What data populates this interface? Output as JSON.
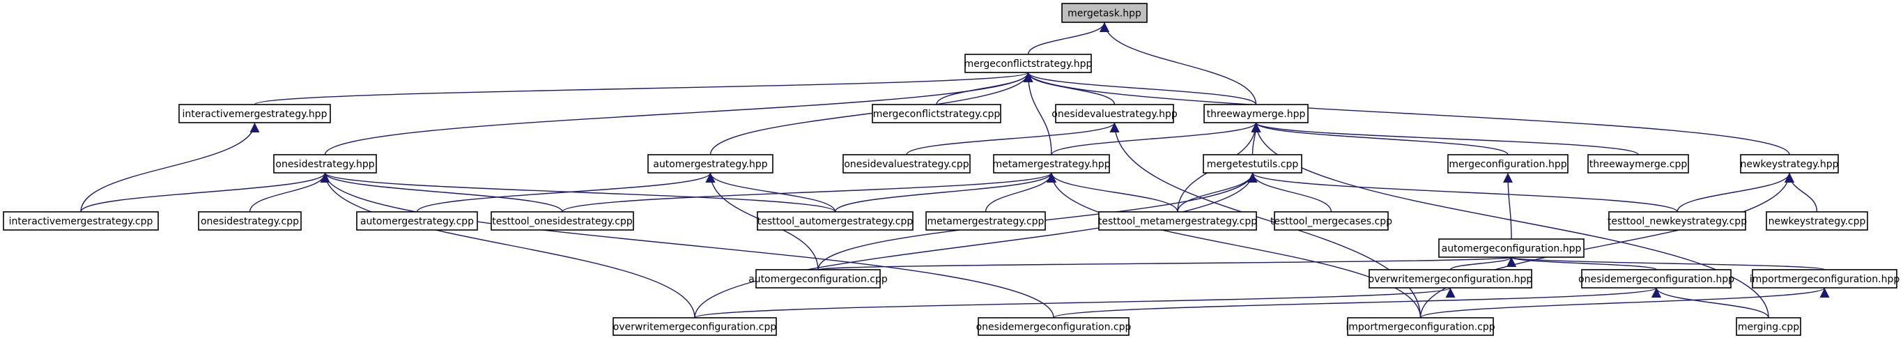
{
  "graph": {
    "colors": {
      "edge": "#191970",
      "node_fill": "#ffffff",
      "root_fill": "#bfbfbf",
      "border": "#000000"
    },
    "nodes": {
      "mergetask_hpp": "mergetask.hpp",
      "mergeconflictstrategy_hpp": "mergeconflictstrategy.hpp",
      "interactivemergestrategy_hpp": "interactivemergestrategy.hpp",
      "mergeconflictstrategy_cpp": "mergeconflictstrategy.cpp",
      "onesidevaluestrategy_hpp": "onesidevaluestrategy.hpp",
      "threewaymerge_hpp": "threewaymerge.hpp",
      "onesidestrategy_hpp": "onesidestrategy.hpp",
      "automergestrategy_hpp": "automergestrategy.hpp",
      "onesidevaluestrategy_cpp": "onesidevaluestrategy.cpp",
      "metamergestrategy_hpp": "metamergestrategy.hpp",
      "mergetestutils_cpp": "mergetestutils.cpp",
      "mergeconfiguration_hpp": "mergeconfiguration.hpp",
      "threewaymerge_cpp": "threewaymerge.cpp",
      "newkeystrategy_hpp": "newkeystrategy.hpp",
      "interactivemergestrategy_cpp": "interactivemergestrategy.cpp",
      "onesidestrategy_cpp": "onesidestrategy.cpp",
      "automergestrategy_cpp": "automergestrategy.cpp",
      "testtool_onesidestrategy_cpp": "testtool_onesidestrategy.cpp",
      "testtool_automergestrategy_cpp": "testtool_automergestrategy.cpp",
      "metamergestrategy_cpp": "metamergestrategy.cpp",
      "testtool_metamergestrategy_cpp": "testtool_metamergestrategy.cpp",
      "testtool_mergecases_cpp": "testtool_mergecases.cpp",
      "testtool_newkeystrategy_cpp": "testtool_newkeystrategy.cpp",
      "newkeystrategy_cpp": "newkeystrategy.cpp",
      "automergeconfiguration_hpp": "automergeconfiguration.hpp",
      "automergeconfiguration_cpp": "automergeconfiguration.cpp",
      "overwritemergeconfiguration_hpp": "overwritemergeconfiguration.hpp",
      "onesidemergeconfiguration_hpp": "onesidemergeconfiguration.hpp",
      "importmergeconfiguration_hpp": "importmergeconfiguration.hpp",
      "overwritemergeconfiguration_cpp": "overwritemergeconfiguration.cpp",
      "onesidemergeconfiguration_cpp": "onesidemergeconfiguration.cpp",
      "importmergeconfiguration_cpp": "importmergeconfiguration.cpp",
      "merging_cpp": "merging.cpp"
    },
    "edges": [
      [
        "mergeconflictstrategy_hpp",
        "mergetask_hpp"
      ],
      [
        "threewaymerge_hpp",
        "mergetask_hpp"
      ],
      [
        "interactivemergestrategy_hpp",
        "mergeconflictstrategy_hpp"
      ],
      [
        "mergeconflictstrategy_cpp",
        "mergeconflictstrategy_hpp"
      ],
      [
        "onesidevaluestrategy_hpp",
        "mergeconflictstrategy_hpp"
      ],
      [
        "threewaymerge_hpp",
        "mergeconflictstrategy_hpp"
      ],
      [
        "onesidestrategy_hpp",
        "mergeconflictstrategy_hpp"
      ],
      [
        "automergestrategy_hpp",
        "mergeconflictstrategy_hpp"
      ],
      [
        "metamergestrategy_hpp",
        "mergeconflictstrategy_hpp"
      ],
      [
        "newkeystrategy_hpp",
        "mergeconflictstrategy_hpp"
      ],
      [
        "interactivemergestrategy_cpp",
        "interactivemergestrategy_hpp"
      ],
      [
        "onesidevaluestrategy_cpp",
        "onesidevaluestrategy_hpp"
      ],
      [
        "importmergeconfiguration_cpp",
        "onesidevaluestrategy_hpp"
      ],
      [
        "metamergestrategy_hpp",
        "threewaymerge_hpp"
      ],
      [
        "mergetestutils_cpp",
        "threewaymerge_hpp"
      ],
      [
        "testtool_metamergestrategy_cpp",
        "threewaymerge_hpp"
      ],
      [
        "mergeconfiguration_hpp",
        "threewaymerge_hpp"
      ],
      [
        "threewaymerge_cpp",
        "threewaymerge_hpp"
      ],
      [
        "merging_cpp",
        "threewaymerge_hpp"
      ],
      [
        "interactivemergestrategy_cpp",
        "onesidestrategy_hpp"
      ],
      [
        "onesidestrategy_cpp",
        "onesidestrategy_hpp"
      ],
      [
        "testtool_onesidestrategy_cpp",
        "onesidestrategy_hpp"
      ],
      [
        "testtool_automergestrategy_cpp",
        "onesidestrategy_hpp"
      ],
      [
        "overwritemergeconfiguration_cpp",
        "onesidestrategy_hpp"
      ],
      [
        "onesidemergeconfiguration_cpp",
        "onesidestrategy_hpp"
      ],
      [
        "automergestrategy_cpp",
        "automergestrategy_hpp"
      ],
      [
        "testtool_automergestrategy_cpp",
        "automergestrategy_hpp"
      ],
      [
        "automergeconfiguration_cpp",
        "automergestrategy_hpp"
      ],
      [
        "testtool_onesidestrategy_cpp",
        "metamergestrategy_hpp"
      ],
      [
        "testtool_automergestrategy_cpp",
        "metamergestrategy_hpp"
      ],
      [
        "metamergestrategy_cpp",
        "metamergestrategy_hpp"
      ],
      [
        "testtool_metamergestrategy_cpp",
        "metamergestrategy_hpp"
      ],
      [
        "importmergeconfiguration_cpp",
        "metamergestrategy_hpp"
      ],
      [
        "testtool_metamergestrategy_cpp",
        "mergetestutils_cpp"
      ],
      [
        "testtool_mergecases_cpp",
        "mergetestutils_cpp"
      ],
      [
        "testtool_newkeystrategy_cpp",
        "mergetestutils_cpp"
      ],
      [
        "automergeconfiguration_cpp",
        "mergetestutils_cpp"
      ],
      [
        "overwritemergeconfiguration_cpp",
        "mergetestutils_cpp"
      ],
      [
        "automergeconfiguration_hpp",
        "mergeconfiguration_hpp"
      ],
      [
        "testtool_newkeystrategy_cpp",
        "newkeystrategy_hpp"
      ],
      [
        "newkeystrategy_cpp",
        "newkeystrategy_hpp"
      ],
      [
        "importmergeconfiguration_cpp",
        "newkeystrategy_hpp"
      ],
      [
        "automergeconfiguration_cpp",
        "automergeconfiguration_hpp"
      ],
      [
        "overwritemergeconfiguration_hpp",
        "automergeconfiguration_hpp"
      ],
      [
        "onesidemergeconfiguration_hpp",
        "automergeconfiguration_hpp"
      ],
      [
        "importmergeconfiguration_hpp",
        "automergeconfiguration_hpp"
      ],
      [
        "overwritemergeconfiguration_cpp",
        "overwritemergeconfiguration_hpp"
      ],
      [
        "onesidemergeconfiguration_cpp",
        "onesidemergeconfiguration_hpp"
      ],
      [
        "merging_cpp",
        "onesidemergeconfiguration_hpp"
      ],
      [
        "importmergeconfiguration_cpp",
        "importmergeconfiguration_hpp"
      ]
    ]
  }
}
